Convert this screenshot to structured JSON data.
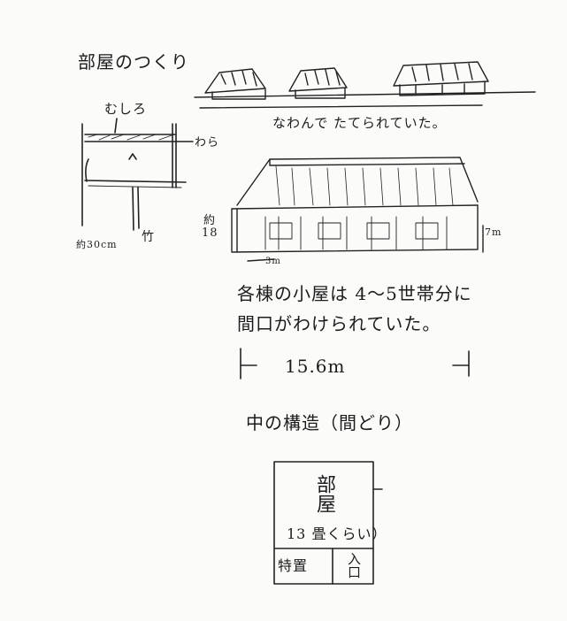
{
  "notes": {
    "title": "部屋のつくり",
    "mat_label": "むしろ",
    "straw_label": "わら",
    "height_label": "約30cm",
    "bamboo_label": "竹",
    "roof_caption": "なわんで たてられていた。",
    "approx_label": "約",
    "approx_num": "18",
    "width_small": "3m",
    "height_right": "7m",
    "caption_line1": "各棟の小屋は 4〜5世帯分に",
    "caption_line2": "間口がわけられていた。",
    "span_label": "15.6m",
    "layout_title": "中の構造（間どり）"
  },
  "floorplan": {
    "room_label": "部屋",
    "size_label": "13 畳くらい）",
    "left_cell": "特置",
    "right_cell": "入口"
  }
}
